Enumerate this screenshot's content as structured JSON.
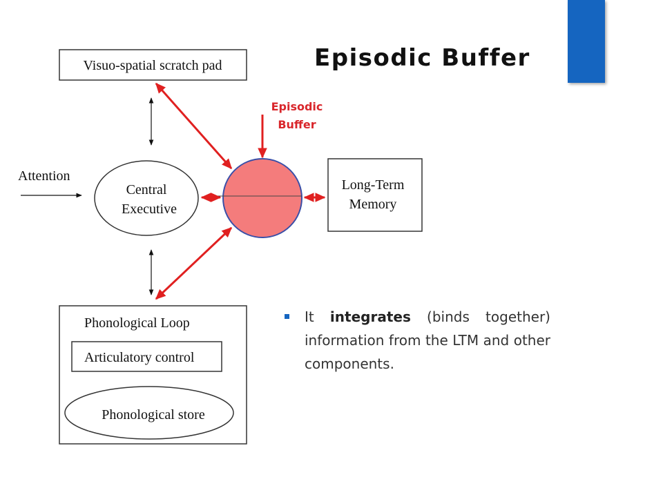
{
  "slide": {
    "title": "Episodic Buffer",
    "accent_color": "#1565c0"
  },
  "diagram": {
    "visuo_spatial": "Visuo-spatial scratch pad",
    "attention": "Attention",
    "central_executive": [
      "Central",
      "Executive"
    ],
    "episodic_buffer_label": [
      "Episodic",
      "Buffer"
    ],
    "long_term_memory": [
      "Long-Term",
      "Memory"
    ],
    "phonological_loop": "Phonological Loop",
    "articulatory_control": "Articulatory control",
    "phonological_store": "Phonological store",
    "buffer_fill_color": "#f47c7c",
    "buffer_stroke_color": "#3a4fa8",
    "arrow_color": "#e02020"
  },
  "bullets": [
    {
      "pre": "It ",
      "bold": "integrates",
      "post": " (binds together) information from the LTM and other components."
    }
  ]
}
